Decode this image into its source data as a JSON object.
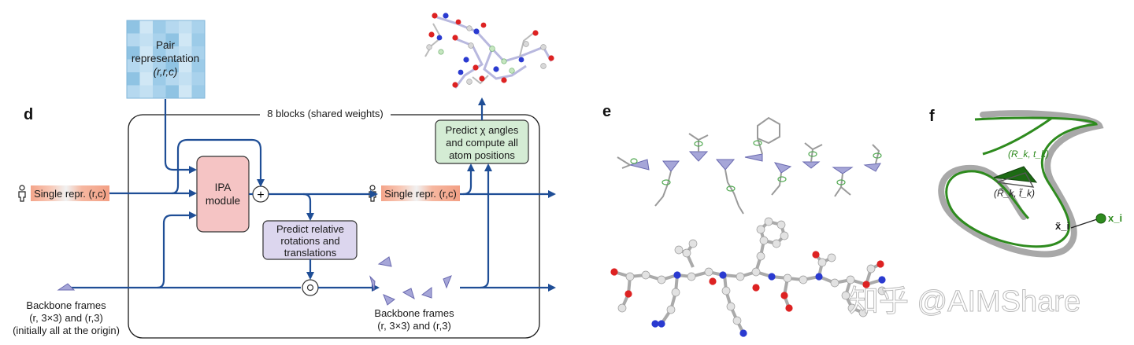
{
  "panels": {
    "d": "d",
    "e": "e",
    "f": "f"
  },
  "pair": {
    "line1": "Pair",
    "line2": "representation",
    "line3": "(r,r,c)"
  },
  "blocks_label": "8 blocks (shared weights)",
  "single_repr_in": "Single repr. (r,c)",
  "single_repr_out": "Single repr. (r,c)",
  "ipa": {
    "line1": "IPA",
    "line2": "module"
  },
  "plus_symbol": "+",
  "compose_symbol": "∘",
  "predict_rot": {
    "line1": "Predict relative",
    "line2": "rotations and",
    "line3": "translations"
  },
  "predict_chi": {
    "line1": "Predict χ angles",
    "line2": "and compute all",
    "line3": "atom positions"
  },
  "bb_in": {
    "line1": "Backbone frames",
    "line2": "(r, 3×3) and (r,3)",
    "line3": "(initially all at the origin)"
  },
  "bb_out": {
    "line1": "Backbone frames",
    "line2": "(r, 3×3) and (r,3)"
  },
  "f_labels": {
    "frame_pred": "(R_k, t_k)",
    "frame_true": "(R̃_k, t̃_k)",
    "x_true": "x̃_i",
    "x_pred": "x_i"
  },
  "watermark": "知乎 @AIMShare",
  "colors": {
    "arrow": "#1f4e96",
    "ipa_fill": "#f5c4c4",
    "rot_fill": "#dcd6ee",
    "chi_fill": "#d4ecd4",
    "pair_fill": "#a9cfe8",
    "single_fill": "#f2a58a",
    "frame_fill": "#a6a6d8",
    "green": "#2e8b1e",
    "gray": "#a0a0a0"
  },
  "icons": [
    "person-icon",
    "frame-triangle-icon",
    "protein-structure-icon",
    "side-chain-icon",
    "ball-stick-icon"
  ]
}
